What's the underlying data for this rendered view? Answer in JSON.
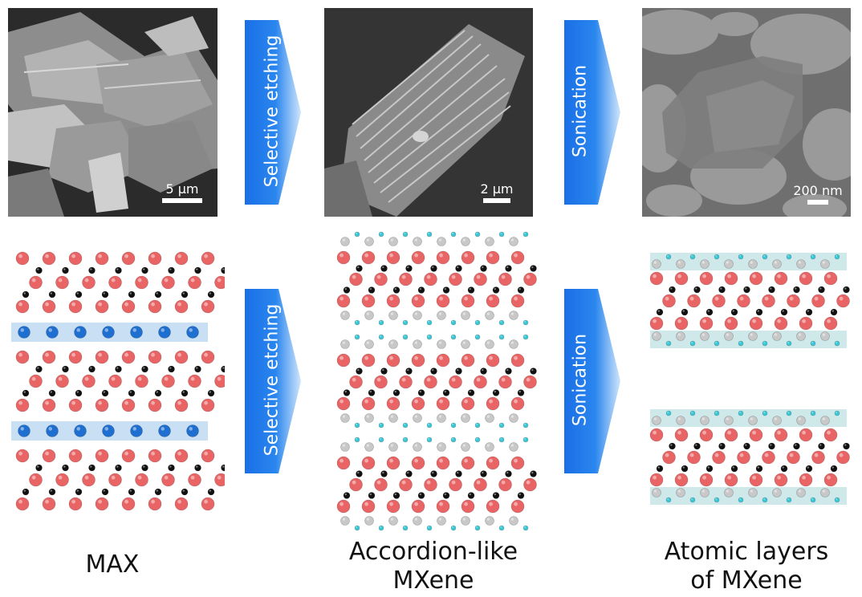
{
  "panels": {
    "max": {
      "scale_label": "5 μm"
    },
    "accordion": {
      "scale_label": "2 μm"
    },
    "layers": {
      "scale_label": "200 nm"
    }
  },
  "arrows": {
    "etch_top": "Selective etching",
    "sonic_top": "Sonication",
    "etch_bottom": "Selective etching",
    "sonic_bottom": "Sonication"
  },
  "captions": {
    "max": "MAX",
    "accordion_line1": "Accordion-like",
    "accordion_line2": "MXene",
    "layers_line1": "Atomic layers",
    "layers_line2": "of MXene"
  },
  "colors": {
    "metal_atom": "#e96464",
    "carbon_atom": "#111111",
    "a_atom": "#1f6fd1",
    "termination_grey": "#c8c8c8",
    "termination_cyan": "#3ac7d6",
    "arrow_blue": "#1a78e8",
    "band_blue": "#c9dff3",
    "band_cyan": "#cfe8ea"
  }
}
